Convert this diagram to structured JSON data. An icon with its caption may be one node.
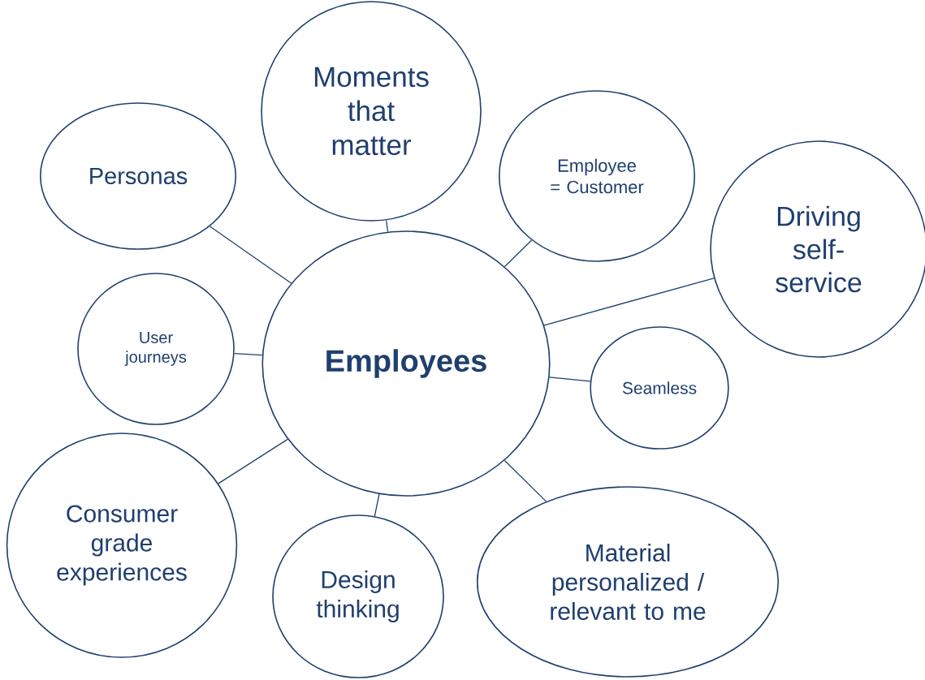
{
  "diagram": {
    "nodes": [
      {
        "text": [
          "Employees"
        ]
      },
      {
        "text": [
          "Moments that matter"
        ]
      },
      {
        "text": [
          "Personas"
        ]
      },
      {
        "text": [
          "Employee = Customer"
        ]
      },
      {
        "text": [
          "Driving self-service"
        ]
      },
      {
        "text": [
          "User journeys"
        ]
      },
      {
        "text": [
          "Seamless"
        ]
      },
      {
        "text": [
          "Consumer grade experiences"
        ]
      },
      {
        "text": [
          "Design thinking"
        ]
      },
      {
        "text": [
          "Material personalized / relevant to me"
        ]
      }
    ],
    "edges": [
      {
        "from": 0,
        "to": 1,
        "arrow": "none"
      },
      {
        "from": 0,
        "to": 2,
        "arrow": "none"
      },
      {
        "from": 0,
        "to": 3,
        "arrow": "none"
      },
      {
        "from": 0,
        "to": 4,
        "arrow": "none"
      },
      {
        "from": 0,
        "to": 5,
        "arrow": "none"
      },
      {
        "from": 0,
        "to": 6,
        "arrow": "none"
      },
      {
        "from": 0,
        "to": 7,
        "arrow": "none"
      },
      {
        "from": 0,
        "to": 8,
        "arrow": "none"
      },
      {
        "from": 0,
        "to": 9,
        "arrow": "none"
      }
    ]
  }
}
